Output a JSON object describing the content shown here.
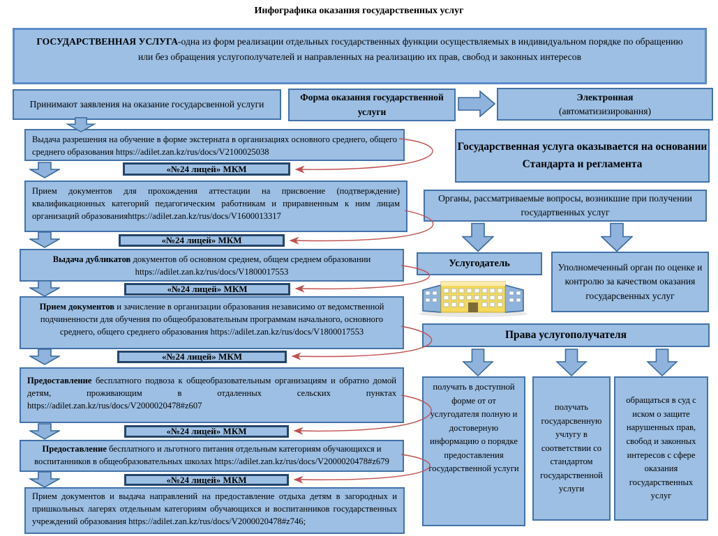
{
  "title": "Инфографика оказания государственных услуг",
  "header": {
    "bold": "ГОСУДАРСТВЕННАЯ УСЛУГА",
    "text": "-одна из форм реализации отдельных государственных функции осуществляемых в индивидуальном порядке по обращению или без обращения услугополучателей и направленных на реализацию их прав, свобод и законных интересов"
  },
  "row2": {
    "accept": "Принимают заявления на оказание государсвенной услуги",
    "form": "Форма оказания государственной услуги",
    "electronic_title": "Электронная",
    "electronic_sub": "(автоматизизировання)"
  },
  "mkm_label": "«№24 лицей» МКМ",
  "services": [
    {
      "bold": "",
      "text": "Выдача разрешения на обучение в форме экстерната в организациях основного среднего, общего среднего образования https://adilet.zan.kz/rus/docs/V2100025038"
    },
    {
      "bold": "",
      "text": "Прием документов для прохождения аттестации на присвоение (подтверждение) квалификационных категорий педагогическим работникам и приравненным к ним лицам организаций образованияhttps://adilet.zan.kz/rus/docs/V1600013317"
    },
    {
      "bold": "Выдача дубликатов",
      "text": " документов об основном среднем, общем среднем образовании https://adilet.zan.kz/rus/docs/V1800017553"
    },
    {
      "bold": "Прием документов",
      "text": " и зачисление в организации образования независимо от ведомственной подчиненности для обучения по общеобразовательным программам начального, основного среднего, общего среднего образования https://adilet.zan.kz/rus/docs/V1800017553"
    },
    {
      "bold": "Предоставление",
      "text": " бесплатного подвоза к общеобразовательным организациям и обратно домой детям, проживающим в отдаленных сельских пунктах  https://adilet.zan.kz/rus/docs/V2000020478#z607"
    },
    {
      "bold": "Предоставление",
      "text": " бесплатного и льготного питания отдельным категориям обучающихся и воспитанников в общеобразовательных школах https://adilet.zan.kz/rus/docs/V2000020478#z679"
    },
    {
      "bold": "",
      "text": "Прием документов и выдача направлений на предоставление отдыха детям в загородных и пришкольных лагерях отдельным категориям обучающихся и воспитанников государственных учреждений образования https://adilet.zan.kz/rus/docs/V2000020478#z746;"
    }
  ],
  "right_panel": {
    "standard": "Государственная услуга оказывается на основании Стандарта и регламента",
    "organs": "Органы, рассматриваемые вопросы, возникшие при получении государтвенных услуг",
    "provider": "Услугодатель",
    "authorized": "Уполномеченный орган по оценке и контролю за качеством оказания государсвенных услуг",
    "rights_title": "Права услугополучателя",
    "rights": [
      "получать в доступной форме от от услугодателя полную и достоверную информацию о порядке предоставления государственной услуги",
      "получать государсвенную учлугу в соответствии со стандартом государственной услуги",
      "обращаться в суд с иском о защите нарушенных прав, свобод и законных интересов с сфере оказания государственных услуг"
    ]
  },
  "colors": {
    "box_fill": "#9dbfe4",
    "box_border": "#4272a8",
    "mkm_border": "#24456b",
    "arrow_fill": "#8fb3dc",
    "arrow_border": "#39699c",
    "connector": "#c0504d",
    "building_yellow": "#f4d95c"
  }
}
